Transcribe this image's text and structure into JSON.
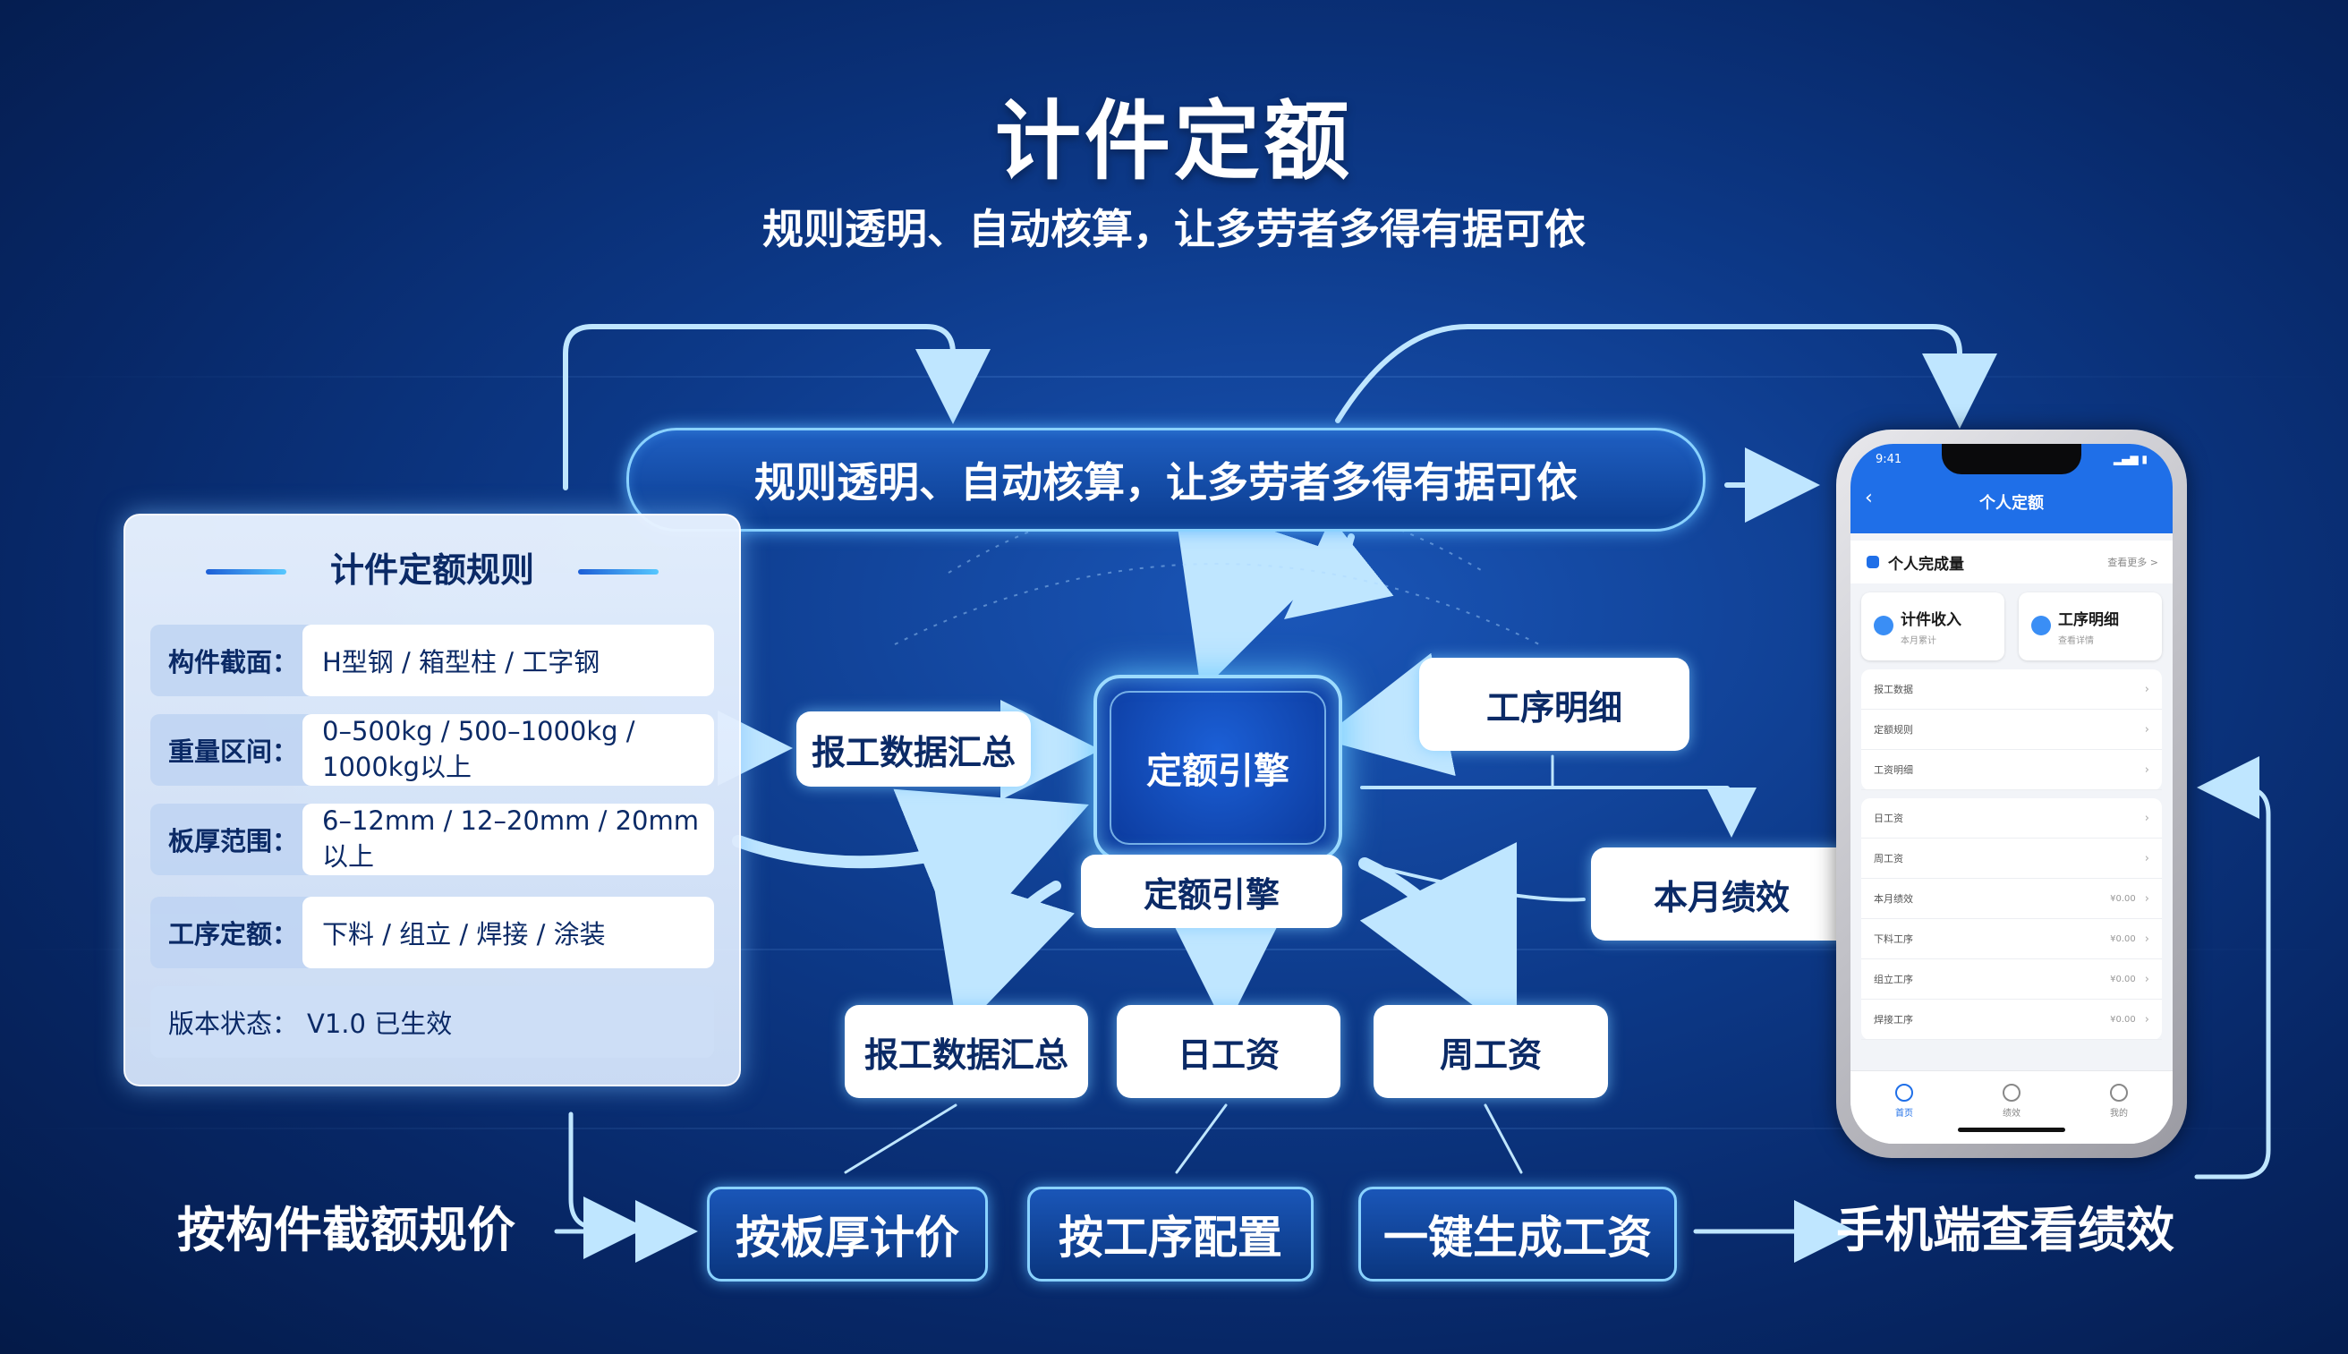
{
  "header": {
    "title": "计件定额",
    "subtitle": "规则透明、自动核算，让多劳者多得有据可依"
  },
  "banner": {
    "text": "规则透明、自动核算，让多劳者多得有据可依"
  },
  "rules_card": {
    "title": "计件定额规则",
    "rows": [
      {
        "label": "构件截面：",
        "value": "H型钢  /  箱型柱  /  工字钢"
      },
      {
        "label": "重量区间：",
        "value": "0–500kg / 500–1000kg / 1000kg以上"
      },
      {
        "label": "板厚范围：",
        "value": "6–12mm / 12–20mm / 20mm以上"
      },
      {
        "label": "工序定额：",
        "value": "下料  /  组立  /  焊接  /  涂装"
      }
    ],
    "status_label": "版本状态：",
    "status_value": "V1.0 已生效"
  },
  "nodes": {
    "report_top": "报工数据汇总",
    "engine": "定额引擎",
    "engine_sub": "定额引擎",
    "process_detail": "工序明细",
    "monthly_perf": "本月绩效",
    "report_bottom": "报工数据汇总",
    "daily_wage": "日工资",
    "weekly_wage": "周工资"
  },
  "bottom": {
    "left_label": "按构件截额规价",
    "step1": "按板厚计价",
    "step2": "按工序配置",
    "step3": "一键生成工资",
    "right_label": "手机端查看绩效"
  },
  "phone": {
    "header_title": "个人定额",
    "section_title": "个人完成量",
    "section_more": "查看更多 >",
    "tile1_title": "计件收入",
    "tile1_sub": "本月累计",
    "tile2_title": "工序明细",
    "tile2_sub": "查看详情",
    "list1": [
      {
        "label": "报工数据",
        "value": ""
      },
      {
        "label": "定额规则",
        "value": ""
      },
      {
        "label": "工资明细",
        "value": ""
      }
    ],
    "list2": [
      {
        "label": "日工资",
        "value": ""
      },
      {
        "label": "周工资",
        "value": ""
      },
      {
        "label": "本月绩效",
        "value": "¥0.00"
      },
      {
        "label": "下料工序",
        "value": "¥0.00"
      },
      {
        "label": "组立工序",
        "value": "¥0.00"
      },
      {
        "label": "焊接工序",
        "value": "¥0.00"
      }
    ],
    "tabs": [
      "首页",
      "绩效",
      "我的"
    ]
  },
  "colors": {
    "background": "#0d3a8a",
    "accent": "#8ad2ff",
    "engine": "#1b5fd6",
    "phone_header": "#1f6fe8"
  }
}
